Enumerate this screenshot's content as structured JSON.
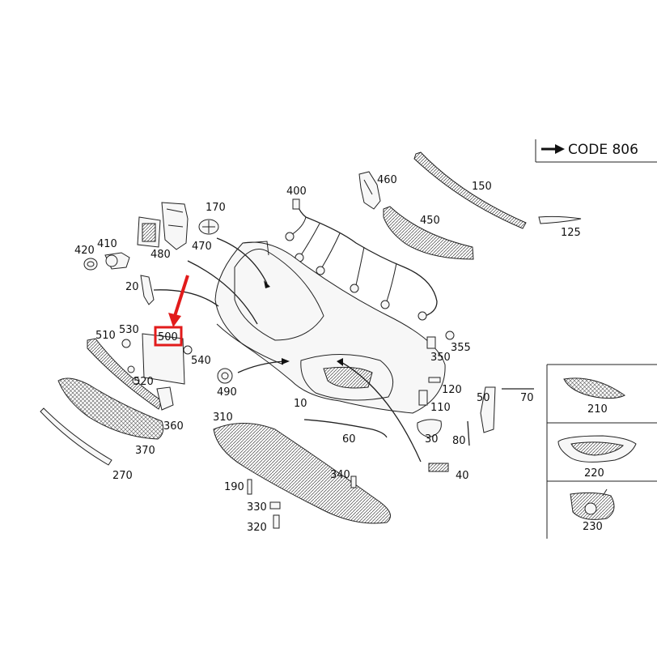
{
  "code_legend": {
    "text": "CODE 806"
  },
  "highlight": {
    "label": "500",
    "color": "#e21b1b"
  },
  "parts": {
    "p10": "10",
    "p20": "20",
    "p30": "30",
    "p40": "40",
    "p50": "50",
    "p60": "60",
    "p70": "70",
    "p80": "80",
    "p110": "110",
    "p120": "120",
    "p125": "125",
    "p150": "150",
    "p170": "170",
    "p190": "190",
    "p210": "210",
    "p220": "220",
    "p230": "230",
    "p270": "270",
    "p310": "310",
    "p320": "320",
    "p330": "330",
    "p340": "340",
    "p350": "350",
    "p355": "355",
    "p360": "360",
    "p370": "370",
    "p400": "400",
    "p410": "410",
    "p420": "420",
    "p450": "450",
    "p460": "460",
    "p470": "470",
    "p480": "480",
    "p490": "490",
    "p510": "510",
    "p520": "520",
    "p530": "530",
    "p540": "540"
  },
  "icons": {
    "arrow": "right-arrow-icon",
    "pointer": "red-pointer-arrow-icon"
  }
}
